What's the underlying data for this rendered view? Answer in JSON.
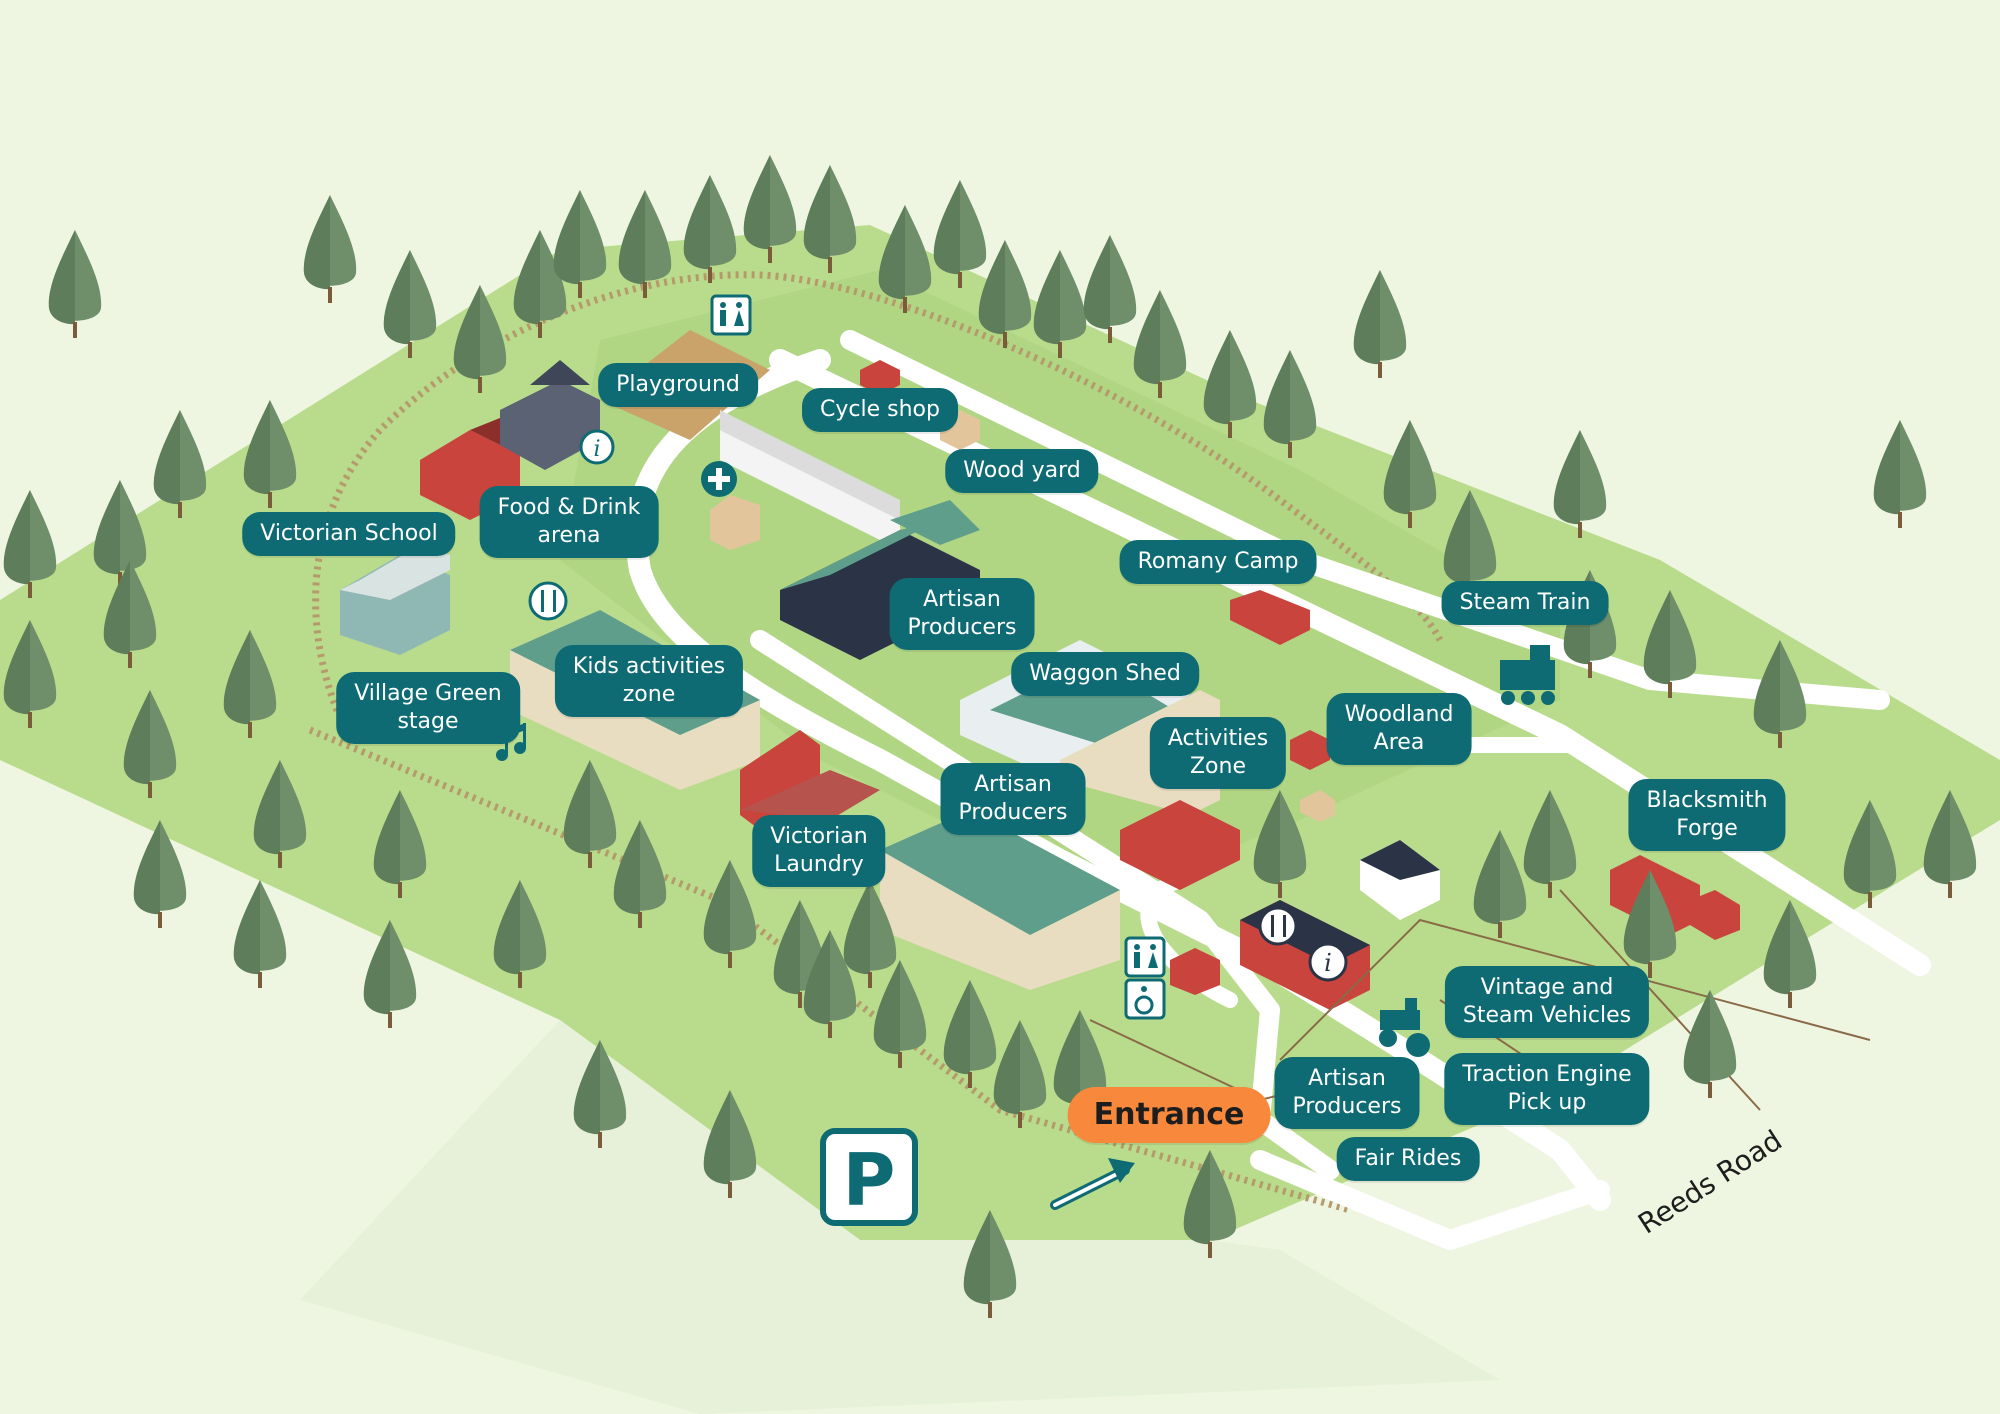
{
  "colors": {
    "background": "#eef5e1",
    "grass": "#b9dc8c",
    "grass_dark": "#a7cf7a",
    "path": "#ffffff",
    "rail": "#b59a6b",
    "tree": "#6f8e6a",
    "tree_shadow": "#9fb88a",
    "teal": "#0e6b74",
    "orange": "#f7883c",
    "red_building": "#c9443d",
    "green_roof": "#5f9e8b",
    "cream_wall": "#e8dcc1",
    "navy_building": "#2b3346"
  },
  "labels": [
    {
      "id": "playground",
      "text": "Playground"
    },
    {
      "id": "cycle-shop",
      "text": "Cycle shop"
    },
    {
      "id": "wood-yard",
      "text": "Wood yard"
    },
    {
      "id": "food-drink",
      "text": "Food & Drink\narena"
    },
    {
      "id": "victorian-school",
      "text": "Victorian School"
    },
    {
      "id": "romany-camp",
      "text": "Romany Camp"
    },
    {
      "id": "steam-train",
      "text": "Steam Train"
    },
    {
      "id": "artisan-producers-1",
      "text": "Artisan\nProducers"
    },
    {
      "id": "kids-activities",
      "text": "Kids activities\nzone"
    },
    {
      "id": "waggon-shed",
      "text": "Waggon Shed"
    },
    {
      "id": "village-green",
      "text": "Village Green\nstage"
    },
    {
      "id": "woodland-area",
      "text": "Woodland\nArea"
    },
    {
      "id": "activities-zone",
      "text": "Activities\nZone"
    },
    {
      "id": "artisan-producers-2",
      "text": "Artisan\nProducers"
    },
    {
      "id": "blacksmith-forge",
      "text": "Blacksmith\nForge"
    },
    {
      "id": "victorian-laundry",
      "text": "Victorian\nLaundry"
    },
    {
      "id": "vintage-steam",
      "text": "Vintage and\nSteam Vehicles"
    },
    {
      "id": "traction-engine",
      "text": "Traction Engine\nPick up"
    },
    {
      "id": "artisan-producers-3",
      "text": "Artisan\nProducers"
    },
    {
      "id": "entrance",
      "text": "Entrance"
    },
    {
      "id": "fair-rides",
      "text": "Fair Rides"
    }
  ],
  "road_name": "Reeds Road",
  "parking_symbol": "P",
  "icons": [
    "toilets-icon",
    "info-icon",
    "first-aid-icon",
    "food-icon",
    "music-icon",
    "accessible-icon",
    "steam-train-icon",
    "traction-engine-icon",
    "parking-icon",
    "entrance-arrow-icon"
  ]
}
